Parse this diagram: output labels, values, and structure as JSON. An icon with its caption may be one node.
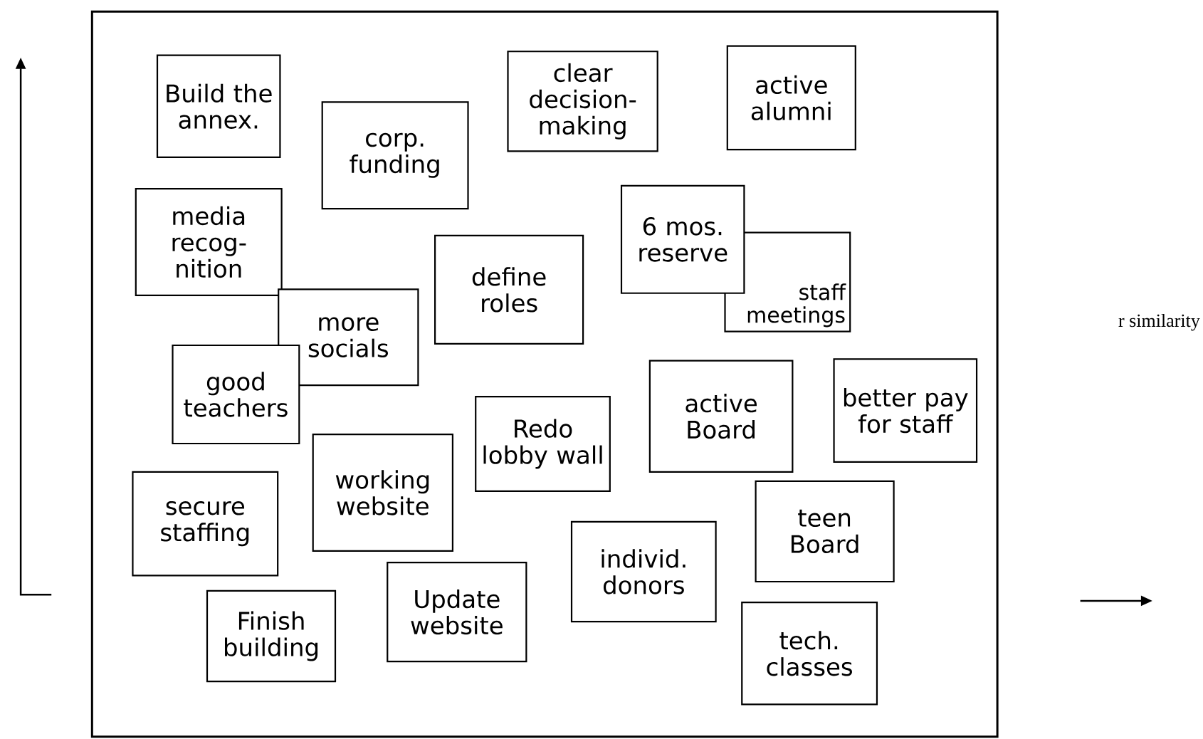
{
  "diagram": {
    "nodes": [
      {
        "text": [],
        "shape": "box"
      },
      {
        "text": [
          "Build the annex."
        ],
        "in": 0
      },
      {
        "text": [
          "corp. funding"
        ],
        "in": 0
      },
      {
        "text": [
          "clear decision- making"
        ],
        "in": 0
      },
      {
        "text": [
          "active alumni"
        ],
        "in": 0
      },
      {
        "text": [
          "media recog- nition"
        ],
        "in": 0
      },
      {
        "text": [
          "define roles"
        ],
        "in": 0
      },
      {
        "text": [
          "staff meetings"
        ],
        "in": 0
      },
      {
        "text": [
          "6 mos. reserve"
        ],
        "in": 0
      },
      {
        "text": [
          "more socials"
        ],
        "in": 0
      },
      {
        "text": [
          "good teachers"
        ],
        "in": 0
      },
      {
        "text": [
          "Redo lobby wall"
        ],
        "in": 0
      },
      {
        "text": [
          "active Board"
        ],
        "in": 0
      },
      {
        "text": [
          "better pay for staff"
        ],
        "in": 0
      },
      {
        "text": [
          "working website"
        ],
        "in": 0
      },
      {
        "text": [
          "secure staffing"
        ],
        "in": 0
      },
      {
        "text": [
          "individ. donors"
        ],
        "in": 0
      },
      {
        "text": [
          "teen Board"
        ],
        "in": 0
      },
      {
        "text": [
          "Update website"
        ],
        "in": 0
      },
      {
        "text": [
          "Finish building"
        ],
        "in": 0
      },
      {
        "text": [
          "tech. classes"
        ],
        "in": 0
      }
    ],
    "edges": [],
    "labels": [
      "r similarity"
    ]
  }
}
